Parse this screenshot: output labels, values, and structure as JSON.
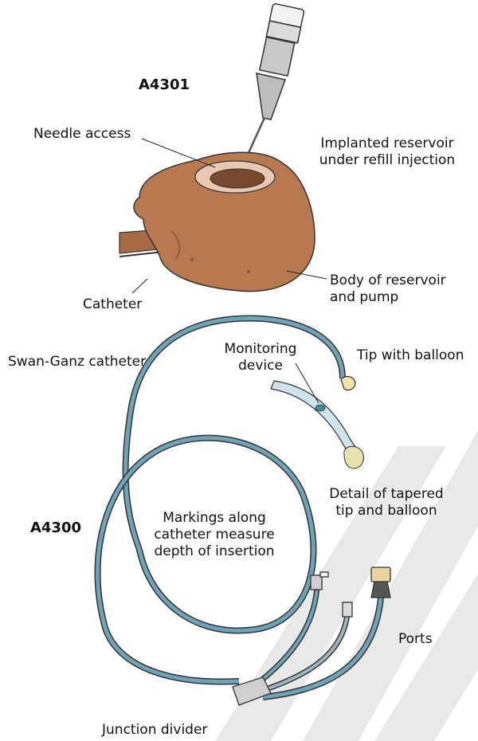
{
  "labels": {
    "code_top": "A4301",
    "needle_access": "Needle access",
    "reservoir_line1": "Implanted reservoir",
    "reservoir_line2": "under refill injection",
    "catheter": "Catheter",
    "body_line1": "Body of reservoir",
    "body_line2": "and pump",
    "swan_ganz": "Swan-Ganz catheter",
    "monitoring_line1": "Monitoring",
    "monitoring_line2": "device",
    "tip_balloon": "Tip with balloon",
    "detail_line1": "Detail of tapered",
    "detail_line2": "tip and balloon",
    "code_bottom": "A4300",
    "markings_line1": "Markings along",
    "markings_line2": "catheter measure",
    "markings_line3": "depth of insertion",
    "ports": "Ports",
    "junction": "Junction divider"
  },
  "colors": {
    "skin": "#b87850",
    "skin_dark": "#8a5535",
    "tube": "#6fa3b8",
    "tube_light": "#cfe3ea",
    "watermark": "#e9e9e9"
  }
}
